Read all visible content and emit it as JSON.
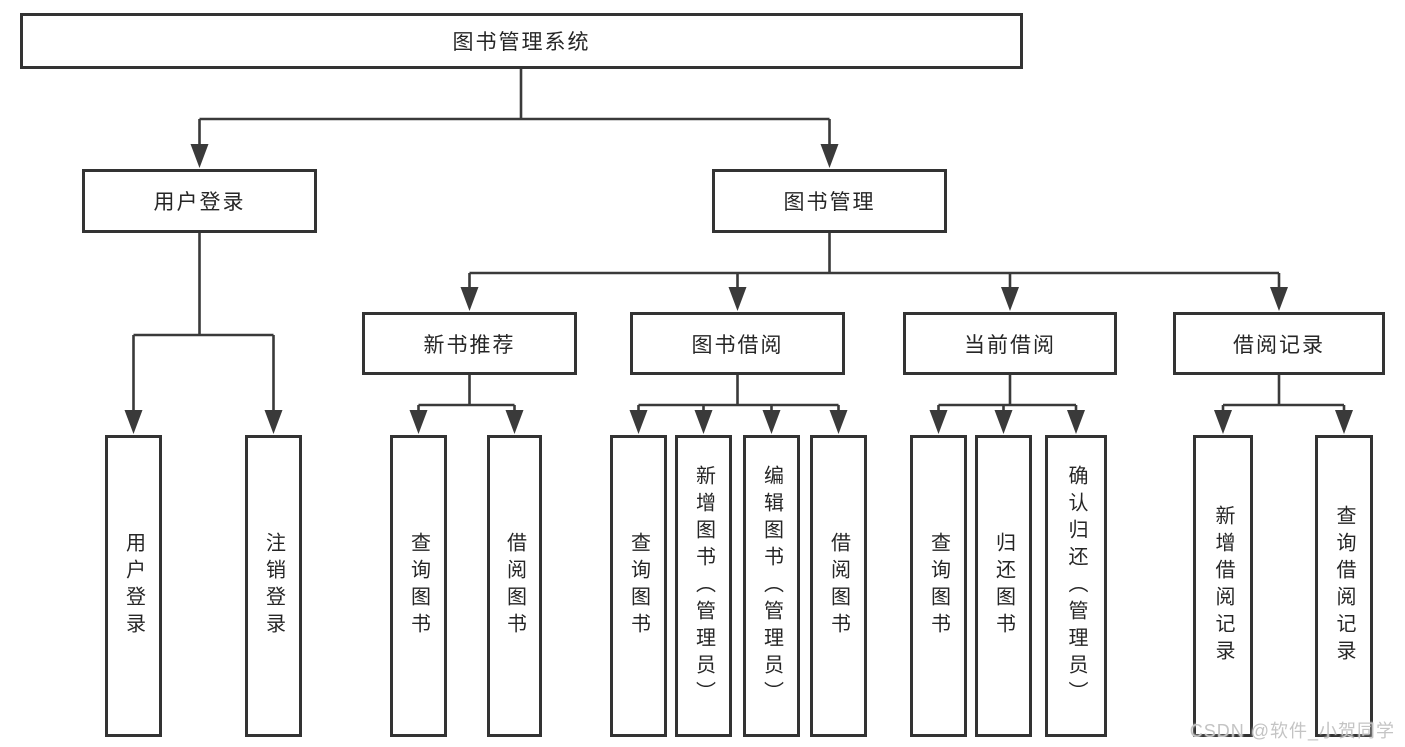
{
  "diagram": {
    "type": "hierarchy-tree",
    "title": "图书管理系统",
    "tree": {
      "图书管理系统": {
        "用户登录": [
          "用户登录",
          "注销登录"
        ],
        "图书管理": {
          "新书推荐": [
            "查询图书",
            "借阅图书"
          ],
          "图书借阅": [
            "查询图书",
            "新增图书（管理员）",
            "编辑图书（管理员）",
            "借阅图书"
          ],
          "当前借阅": [
            "查询图书",
            "归还图书",
            "确认归还（管理员）"
          ],
          "借阅记录": [
            "新增借阅记录",
            "查询借阅记录"
          ]
        }
      }
    }
  },
  "nodes": {
    "root": {
      "label": "图书管理系统"
    },
    "user_login": {
      "label": "用户登录"
    },
    "book_management": {
      "label": "图书管理"
    },
    "new_book_recommend": {
      "label": "新书推荐"
    },
    "book_borrowing": {
      "label": "图书借阅"
    },
    "current_borrowing": {
      "label": "当前借阅"
    },
    "borrowing_records": {
      "label": "借阅记录"
    },
    "leaf_user_login": {
      "label": "用户登录"
    },
    "leaf_logout": {
      "label": "注销登录"
    },
    "leaf_query_books_recommend": {
      "label": "查询图书"
    },
    "leaf_borrow_books_recommend": {
      "label": "借阅图书"
    },
    "leaf_query_books_borrowing": {
      "label": "查询图书"
    },
    "leaf_add_books_admin": {
      "label": "新增图书（管理员）"
    },
    "leaf_edit_books_admin": {
      "label": "编辑图书（管理员）"
    },
    "leaf_borrow_books_borrowing": {
      "label": "借阅图书"
    },
    "leaf_query_books_current": {
      "label": "查询图书"
    },
    "leaf_return_books": {
      "label": "归还图书"
    },
    "leaf_confirm_return_admin": {
      "label": "确认归还（管理员）"
    },
    "leaf_add_borrow_record": {
      "label": "新增借阅记录"
    },
    "leaf_query_borrow_record": {
      "label": "查询借阅记录"
    }
  },
  "watermark": {
    "text": "CSDN @软件_小贺同学"
  },
  "colors": {
    "background": "#ffffff",
    "line": "#3a3a3a",
    "box_border": "#333333",
    "text": "#262626",
    "watermark": "#c4c4c4"
  }
}
